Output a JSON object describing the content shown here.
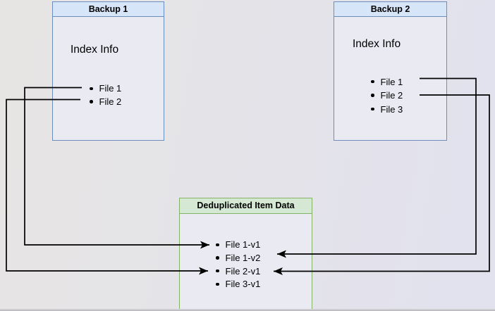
{
  "backup1": {
    "title": "Backup 1",
    "info_label": "Index Info",
    "files": [
      "File 1",
      "File 2"
    ]
  },
  "backup2": {
    "title": "Backup 2",
    "info_label": "Index Info",
    "files": [
      "File 1",
      "File 2",
      "File 3"
    ]
  },
  "dedup": {
    "title": "Deduplicated Item Data",
    "items": [
      "File 1-v1",
      "File 1-v2",
      "File 2-v1",
      "File 3-v1"
    ]
  },
  "connections": [
    {
      "from": "Backup 1 / File 1",
      "to": "File 1-v1",
      "side": "left"
    },
    {
      "from": "Backup 1 / File 2",
      "to": "File 2-v1",
      "side": "left"
    },
    {
      "from": "Backup 2 / File 1",
      "to": "File 1-v2",
      "side": "right"
    },
    {
      "from": "Backup 2 / File 2",
      "to": "File 2-v1",
      "side": "right"
    }
  ],
  "colors": {
    "bg_left": "#e7e5e3",
    "bg_right": "#e2e2ef",
    "box_fill": "#eaeaf3",
    "blue_border": "#6c8ebf",
    "blue_header": "#d7e5f9",
    "green_border": "#82b366",
    "green_header": "#d5e8d4",
    "line": "#000000"
  }
}
